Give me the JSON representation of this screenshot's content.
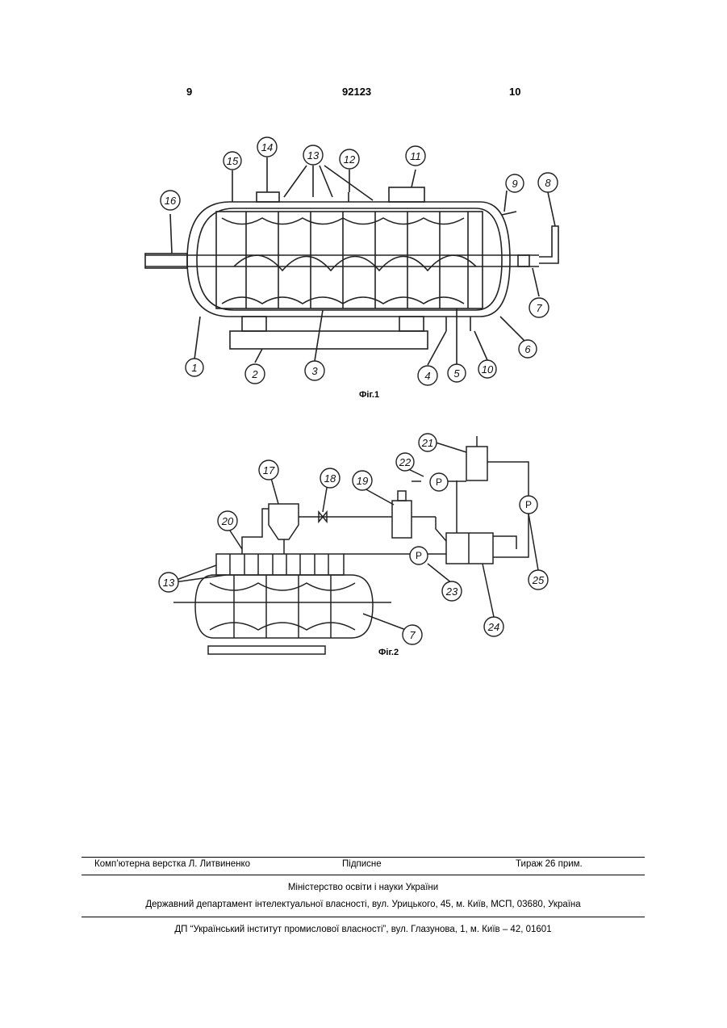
{
  "header": {
    "page_left": "9",
    "patent_number": "92123",
    "page_right": "10"
  },
  "figure1": {
    "caption": "Фіг.1",
    "labels": [
      "1",
      "2",
      "3",
      "4",
      "5",
      "6",
      "7",
      "8",
      "9",
      "10",
      "11",
      "12",
      "13",
      "14",
      "15",
      "16"
    ]
  },
  "figure2": {
    "caption": "Фіг.2",
    "labels": [
      "13",
      "17",
      "18",
      "19",
      "20",
      "21",
      "22",
      "23",
      "24",
      "25",
      "7"
    ],
    "pump_symbol": "P"
  },
  "footer": {
    "typesetter": "Комп’ютерна верстка Л. Литвиненко",
    "signed": "Підписне",
    "circulation": "Тираж 26 прим.",
    "ministry": "Міністерство освіти і науки України",
    "department": "Державний департамент інтелектуальної власності, вул. Урицького, 45, м. Київ, МСП, 03680, Україна",
    "institute": "ДП “Український інститут промислової власності”, вул. Глазунова, 1, м. Київ – 42, 01601"
  }
}
